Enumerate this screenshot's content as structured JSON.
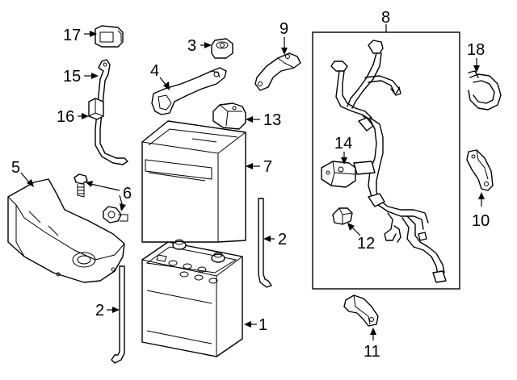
{
  "callouts": {
    "c1": "1",
    "c2a": "2",
    "c2b": "2",
    "c3": "3",
    "c4": "4",
    "c5": "5",
    "c6": "6",
    "c7": "7",
    "c8": "8",
    "c9": "9",
    "c10": "10",
    "c11": "11",
    "c12": "12",
    "c13": "13",
    "c14": "14",
    "c15": "15",
    "c16": "16",
    "c17": "17",
    "c18": "18"
  }
}
